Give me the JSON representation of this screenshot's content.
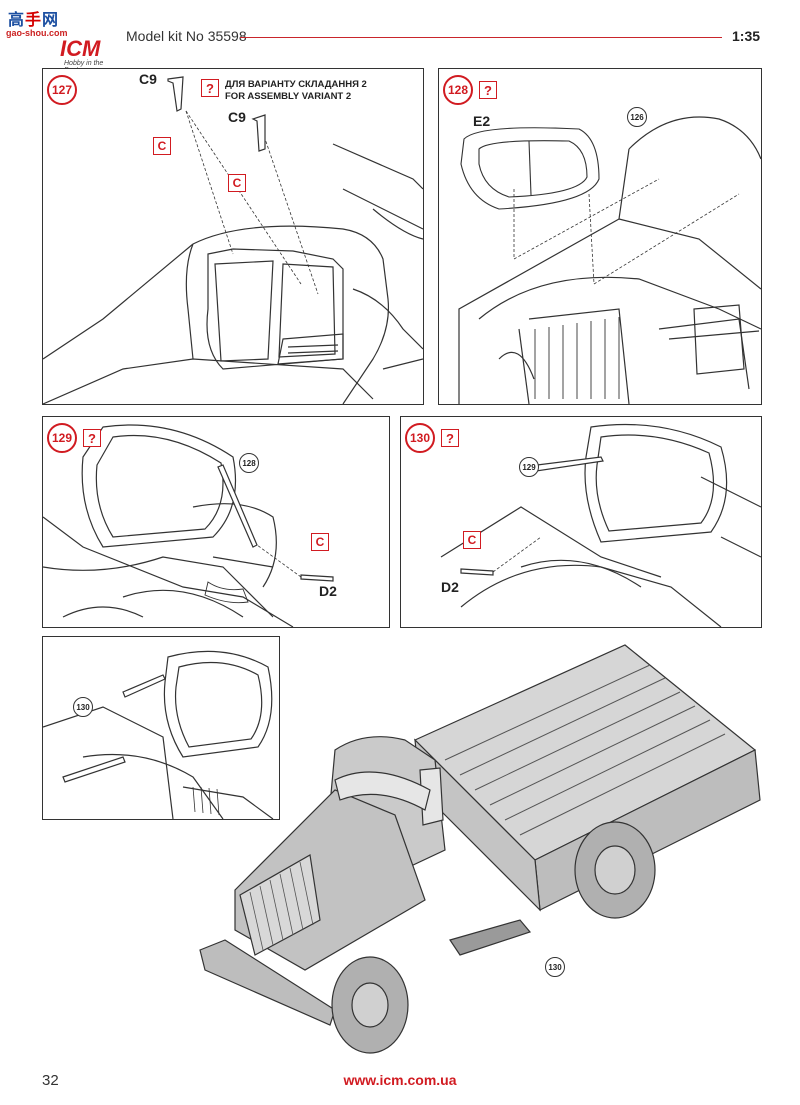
{
  "watermark": {
    "top_left": "高",
    "top_mid": "手",
    "top_right": "网",
    "sub": "gao-shou.com"
  },
  "brand": {
    "logo": "ICM",
    "tagline": "Hobby in the Best"
  },
  "header": {
    "kit_title": "Model kit No 35598",
    "scale": "1:35"
  },
  "steps": [
    {
      "number": "127",
      "question": "?",
      "part_a": "C9",
      "part_a_sprue": "C",
      "part_b": "C9",
      "part_b_sprue": "C",
      "variant_line1": "ДЛЯ ВАРІАНТУ СКЛАДАННЯ 2",
      "variant_line2": "FOR ASSEMBLY VARIANT 2"
    },
    {
      "number": "128",
      "question": "?",
      "part": "E2",
      "ref": "126"
    },
    {
      "number": "129",
      "question": "?",
      "ref": "128",
      "part": "D2",
      "part_sprue": "C"
    },
    {
      "number": "130",
      "question": "?",
      "ref": "129",
      "part": "D2",
      "part_sprue": "C"
    },
    {
      "ref_detail": "130",
      "ref_truck": "130"
    }
  ],
  "footer": {
    "page_number": "32",
    "url": "www.icm.com.ua"
  },
  "colors": {
    "accent": "#d11b21",
    "line": "#333333",
    "truck_fill": "#c9c9c9"
  }
}
